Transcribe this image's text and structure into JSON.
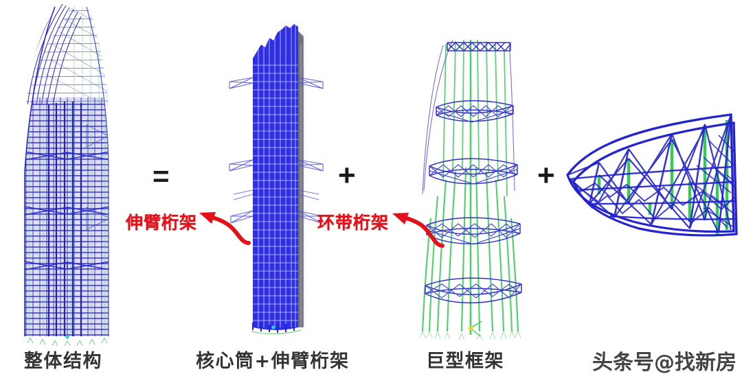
{
  "figure": {
    "title_text_visible": false,
    "background": "#ffffff",
    "colors": {
      "structure_blue": "#2222cc",
      "structure_blue_light": "#6a6ad0",
      "column_green": "#3fcc5e",
      "annotation_red": "#e2111a",
      "caption_gray": "#333333",
      "operator_black": "#1a1a1a"
    }
  },
  "operators": [
    {
      "symbol": "=",
      "after_panel": 1
    },
    {
      "symbol": "+",
      "after_panel": 2
    },
    {
      "symbol": "+",
      "after_panel": 3
    }
  ],
  "panels": [
    {
      "id": "overall-structure",
      "caption": "整体结构",
      "model_type": "full-tower-curved-taper",
      "description_visible": false
    },
    {
      "id": "core-outrigger",
      "caption": "核心筒+伸臂桁架",
      "model_type": "core-tube-with-outrigger-trusses",
      "description_visible": false
    },
    {
      "id": "mega-frame",
      "caption": "巨型框架",
      "model_type": "mega-columns-with-belt-truss-rings",
      "description_visible": false
    },
    {
      "id": "crown-truss",
      "caption": "",
      "model_type": "curved-space-truss-roof",
      "description_visible": false
    }
  ],
  "annotations": [
    {
      "id": "outrigger-truss",
      "label": "伸臂桁架",
      "color": "#e2111a",
      "points_to": "core-outrigger"
    },
    {
      "id": "belt-truss",
      "label": "环带桁架",
      "color": "#e2111a",
      "points_to": "mega-frame"
    }
  ],
  "watermark": {
    "text": "头条号@找新房"
  }
}
